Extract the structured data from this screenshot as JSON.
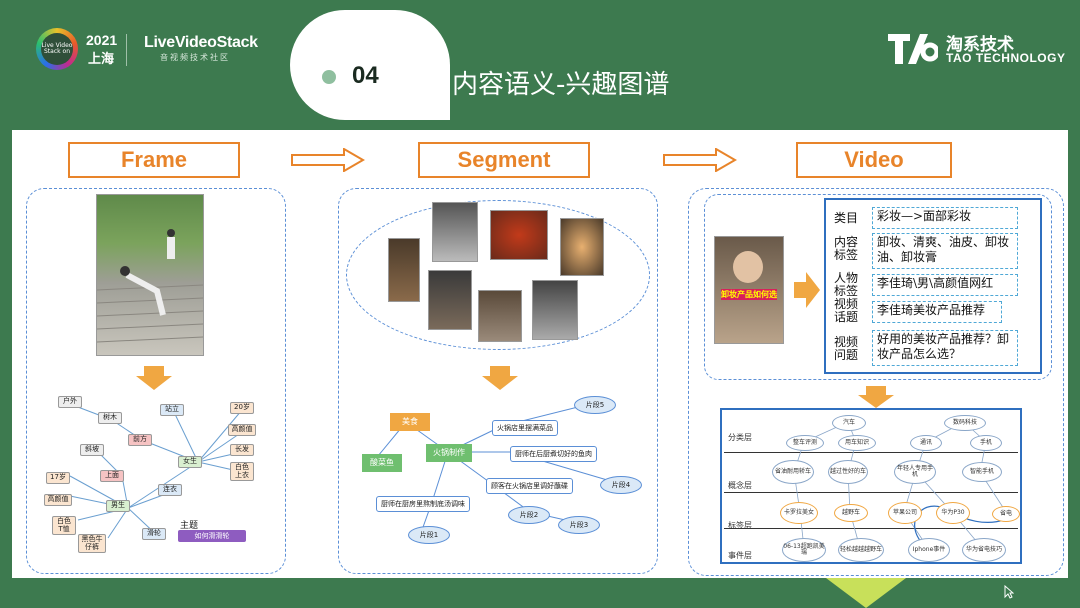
{
  "header": {
    "event_logo": "Live Video Stack on",
    "year": "2021",
    "city": "上海",
    "brand": "LiveVideoStack",
    "brand_sub": "音视频技术社区",
    "section_num": "04",
    "title": "内容语义-兴趣图谱",
    "company_cn": "淘系技术",
    "company_en": "TAO TECHNOLOGY"
  },
  "stages": [
    "Frame",
    "Segment",
    "Video"
  ],
  "frame": {
    "graph_nodes": [
      "户外",
      "树木",
      "站立",
      "20岁",
      "高颜值",
      "前方",
      "长发",
      "斜坡",
      "女生",
      "白色上衣",
      "上面",
      "17岁",
      "高颜值",
      "连衣",
      "白色T恤",
      "男生",
      "黑色牛仔裤",
      "滑轮"
    ],
    "topic_label": "主题",
    "topic_value": "如何滑滑轮"
  },
  "segment": {
    "nodes": {
      "food": "美食",
      "sauerkraut": "酸菜鱼",
      "hotpot": "火锅制作",
      "n1": "火锅店里摆满菜品",
      "n2": "厨师在后厨煮切好的鱼肉",
      "n3": "顾客在火锅店里调好蘸碟",
      "n4": "厨师在厨房里熬制底汤调味"
    },
    "clips": [
      "片段5",
      "片段4",
      "片段2",
      "片段3",
      "片段1"
    ]
  },
  "video": {
    "rows": [
      {
        "label": "类目",
        "value": "彩妆—>面部彩妆"
      },
      {
        "label": "内容标签",
        "value": "卸妆、清爽、油皮、卸妆油、卸妆膏"
      },
      {
        "label": "人物标签",
        "value": "李佳琦\\男\\高颜值网红"
      },
      {
        "label": "视频话题",
        "value": "李佳琦美妆产品推荐"
      },
      {
        "label": "视频问题",
        "value": "好用的美妆产品推荐？卸妆产品怎么选？"
      }
    ],
    "thumb_caption": "卸妆产品如何选"
  },
  "kg": {
    "layers": [
      "分类层",
      "概念层",
      "标签层",
      "事件层"
    ],
    "class_nodes": [
      "汽车",
      "数码科技",
      "整车评测",
      "用车知识",
      "通讯",
      "手机"
    ],
    "concept_nodes": [
      "省油耐用轿车",
      "越过性好的车",
      "年轻人专用手机",
      "智能手机"
    ],
    "tag_nodes": [
      "卡罗拉美女",
      "越野车",
      "苹果公司",
      "华为P30",
      "省电"
    ],
    "event_nodes": [
      "06-13超跑凯美瑞",
      "轻松越越越野车",
      "Iphone事件",
      "华为省电技巧"
    ]
  }
}
